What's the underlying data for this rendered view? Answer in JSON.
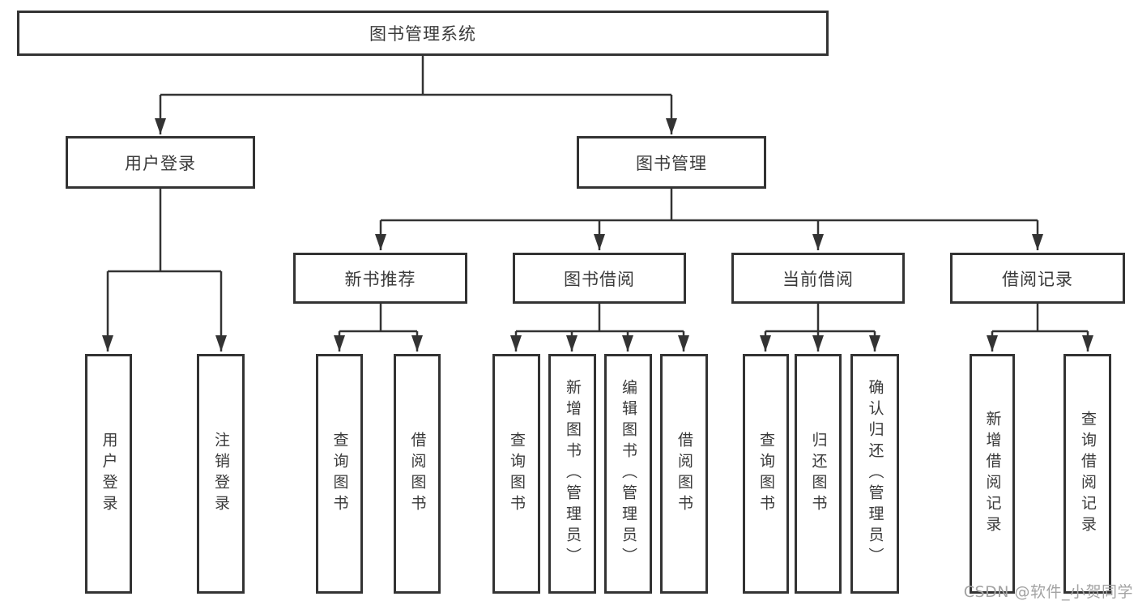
{
  "diagram": {
    "root": {
      "label": "图书管理系统"
    },
    "user": {
      "label": "用户登录",
      "children": [
        {
          "label": "用户登录"
        },
        {
          "label": "注销登录"
        }
      ]
    },
    "book": {
      "label": "图书管理",
      "groups": [
        {
          "label": "新书推荐",
          "children": [
            {
              "label": "查询图书"
            },
            {
              "label": "借阅图书"
            }
          ]
        },
        {
          "label": "图书借阅",
          "children": [
            {
              "label": "查询图书"
            },
            {
              "label": "新增图书（管理员）"
            },
            {
              "label": "编辑图书（管理员）"
            },
            {
              "label": "借阅图书"
            }
          ]
        },
        {
          "label": "当前借阅",
          "children": [
            {
              "label": "查询图书"
            },
            {
              "label": "归还图书"
            },
            {
              "label": "确认归还（管理员）"
            }
          ]
        },
        {
          "label": "借阅记录",
          "children": [
            {
              "label": "新增借阅记录"
            },
            {
              "label": "查询借阅记录"
            }
          ]
        }
      ]
    }
  },
  "watermark": {
    "text": "CSDN @软件_小贺同学",
    "color": "#a3a3a3"
  },
  "colors": {
    "line": "#333333",
    "box_border": "#333333",
    "text": "#3a3a3a",
    "background": "#ffffff"
  }
}
